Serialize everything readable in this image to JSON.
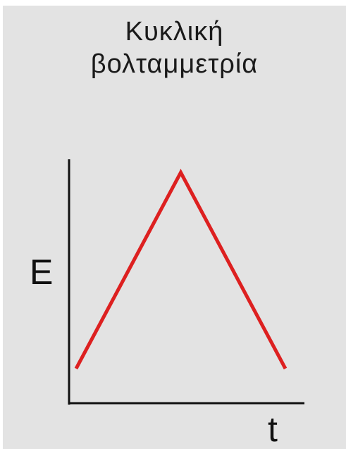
{
  "title_lines": [
    "Κυκλική",
    "βολταμμετρία"
  ],
  "chart_data": {
    "type": "line",
    "ylabel": "E",
    "xlabel": "t",
    "series": [
      {
        "color": "#dd2020",
        "points": [
          [
            0.0,
            0.15
          ],
          [
            0.5,
            1.0
          ],
          [
            1.0,
            0.15
          ]
        ]
      }
    ],
    "xlim": [
      0,
      1
    ],
    "ylim": [
      0,
      1.1
    ],
    "grid": false
  },
  "colors": {
    "background": "#e3e3e3",
    "axis": "#111111",
    "line": "#dd2020"
  }
}
